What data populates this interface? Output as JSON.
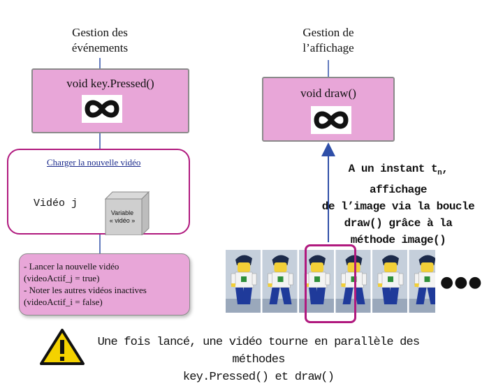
{
  "headings": {
    "events": "Gestion des\névénements",
    "display": "Gestion de\nl’affichage"
  },
  "key_pressed_box": {
    "label": "void key.Pressed()"
  },
  "draw_box": {
    "label": "void draw()"
  },
  "load_box": {
    "title": "Charger la nouvelle vidéo",
    "video_label": "Vidéo j",
    "variable_label": "Variable\n« vidéo »"
  },
  "actions_box": {
    "lines": [
      "- Lancer la nouvelle vidéo",
      "(videoActif_j = true)",
      "- Noter les autres vidéos inactives",
      "(videoActif_i = false)"
    ]
  },
  "display_note": {
    "line1_pre": "A un instant t",
    "line1_sub": "n",
    "line1_post": ", affichage",
    "line2": "de l’image via la boucle",
    "line3": "draw() grâce à la",
    "line4": "méthode image()"
  },
  "bottom_note": {
    "line1": "Une fois lancé, une vidéo tourne en parallèle des méthodes",
    "line2": "key.Pressed() et draw()"
  },
  "frames": {
    "count": 6,
    "highlighted_index": 2,
    "ellipsis": "●●●"
  },
  "colors": {
    "pink": "#e8a6d8",
    "magenta": "#b0197e",
    "arrow_blue": "#2f4fa8",
    "text_blue": "#1a2a8c"
  },
  "icons": [
    "infinity-icon",
    "warning-icon"
  ]
}
